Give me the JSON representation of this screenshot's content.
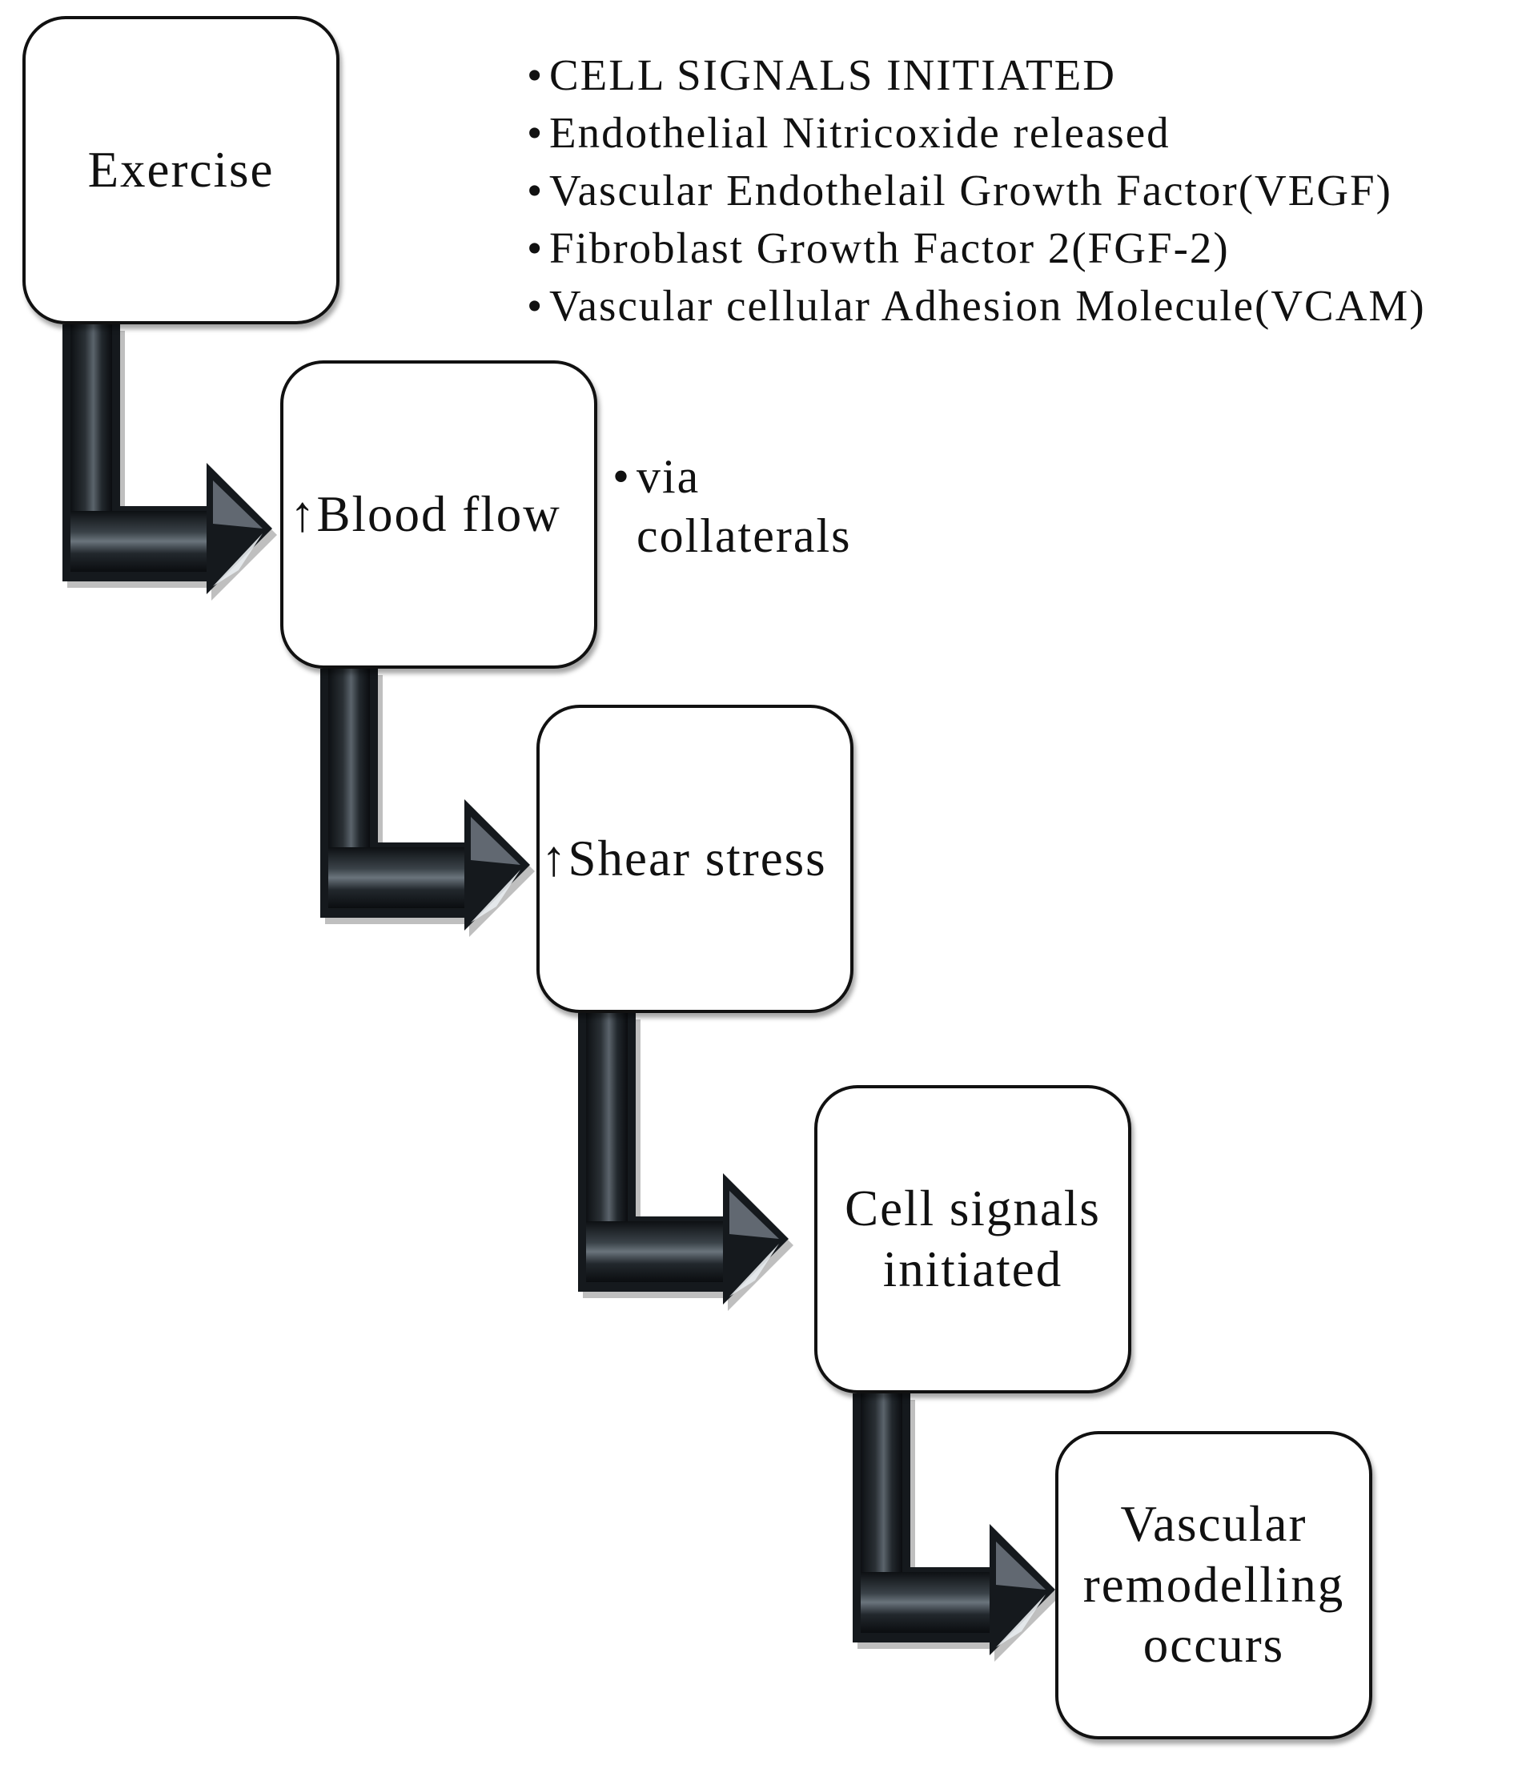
{
  "steps": [
    {
      "label": "Exercise"
    },
    {
      "label": "↑Blood flow"
    },
    {
      "label": "↑Shear stress"
    },
    {
      "label": "Cell signals\ninitiated"
    },
    {
      "label": "Vascular\nremodelling\noccurs"
    }
  ],
  "signals_list": [
    "CELL SIGNALS  INITIATED",
    "Endothelial Nitricoxide released",
    "Vascular Endothelail Growth Factor(VEGF)",
    "Fibroblast Growth Factor 2(FGF-2)",
    "Vascular cellular Adhesion Molecule(VCAM)"
  ],
  "collateral_note": "via\ncollaterals",
  "bullet_symbol": "•",
  "colors": {
    "arrow_dark": "#15191d",
    "arrow_highlight": "#6e7780",
    "box_border": "#111111",
    "text": "#111111"
  }
}
